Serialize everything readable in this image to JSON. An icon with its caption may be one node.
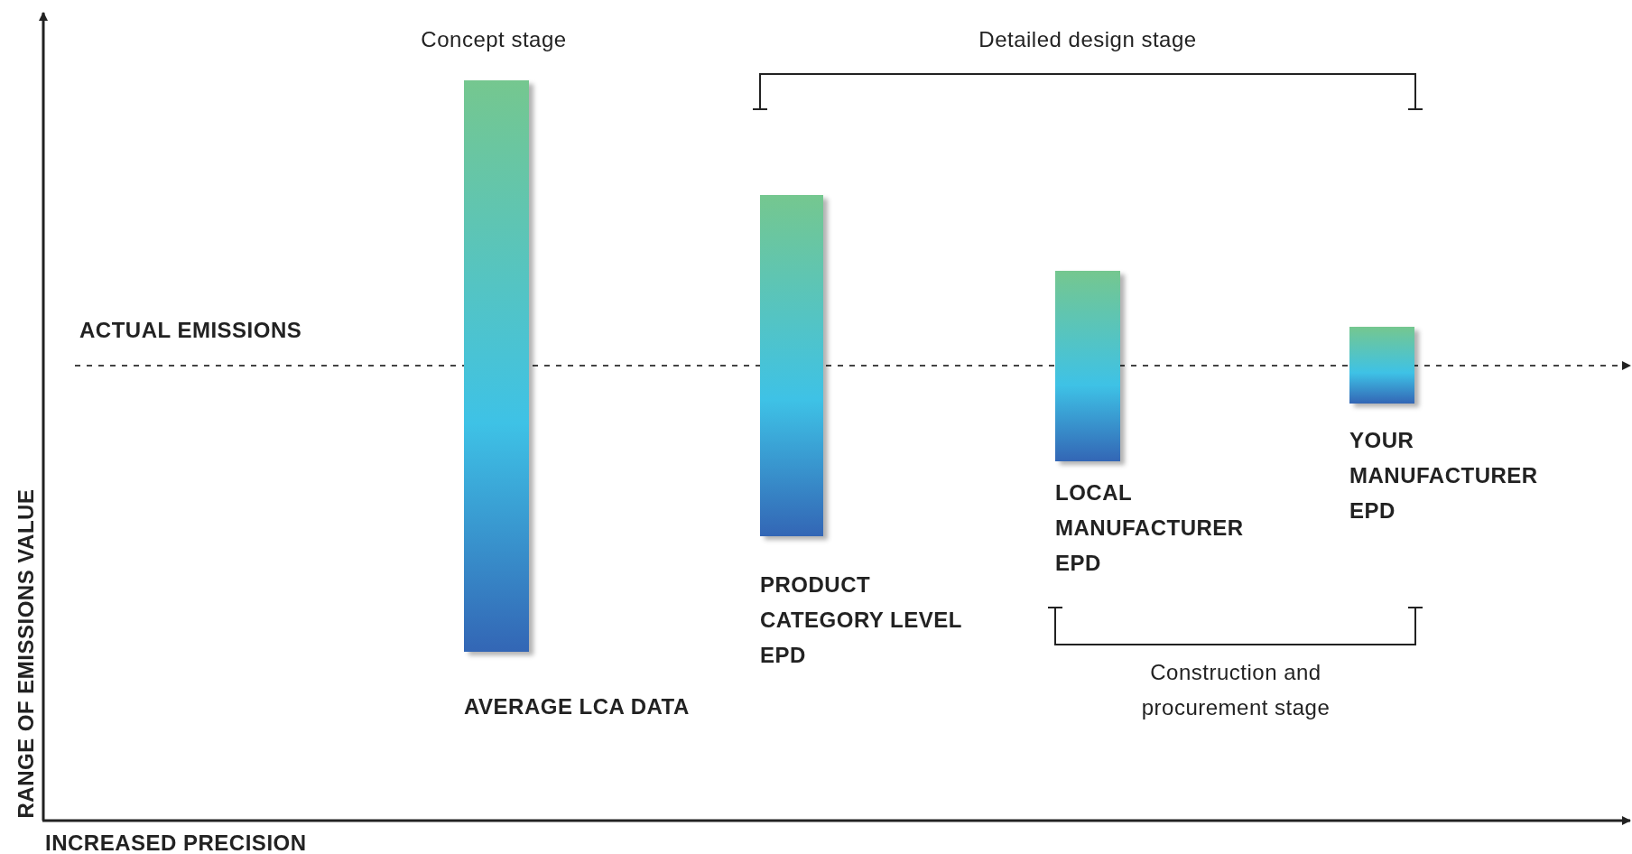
{
  "diagram": {
    "nodes": [
      {
        "text": [],
        "shape": "bar",
        "beside": [
          "AVERAGE LCA DATA"
        ]
      },
      {
        "text": [],
        "shape": "bar",
        "beside": [
          "PRODUCT CATEGORY LEVEL EPD"
        ]
      },
      {
        "text": [],
        "shape": "bar",
        "beside": [
          "LOCAL MANUFACTURER EPD"
        ]
      },
      {
        "text": [],
        "shape": "bar",
        "beside": [
          "YOUR MANUFACTURER EPD"
        ]
      }
    ],
    "edges": [],
    "labels": [
      "Concept stage",
      "Detailed design stage",
      "ACTUAL EMISSIONS",
      "Construction and procurement stage",
      "RANGE OF EMISSIONS VALUE",
      "INCREASED PRECISION"
    ]
  }
}
